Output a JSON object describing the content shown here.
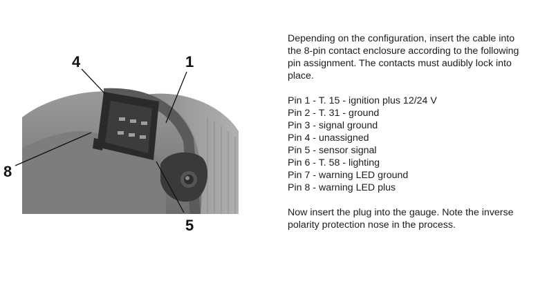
{
  "figure": {
    "callouts": {
      "label_4": "4",
      "label_1": "1",
      "label_8": "8",
      "label_5": "5"
    }
  },
  "instructions": {
    "intro": "Depending on the configuration, insert the cable into the 8-pin contact enclosure according to the following pin assignment. The contacts must audibly lock into place.",
    "pins": [
      "Pin 1 - T. 15 - ignition plus 12/24 V",
      "Pin 2 - T. 31 - ground",
      "Pin 3 - signal ground",
      "Pin 4 - unassigned",
      "Pin 5 - sensor signal",
      "Pin 6 - T. 58 - lighting",
      "Pin 7 - warning LED ground",
      "Pin 8 - warning LED plus"
    ],
    "outro": "Now insert the plug into the gauge. Note the inverse polarity protection nose in the process."
  }
}
